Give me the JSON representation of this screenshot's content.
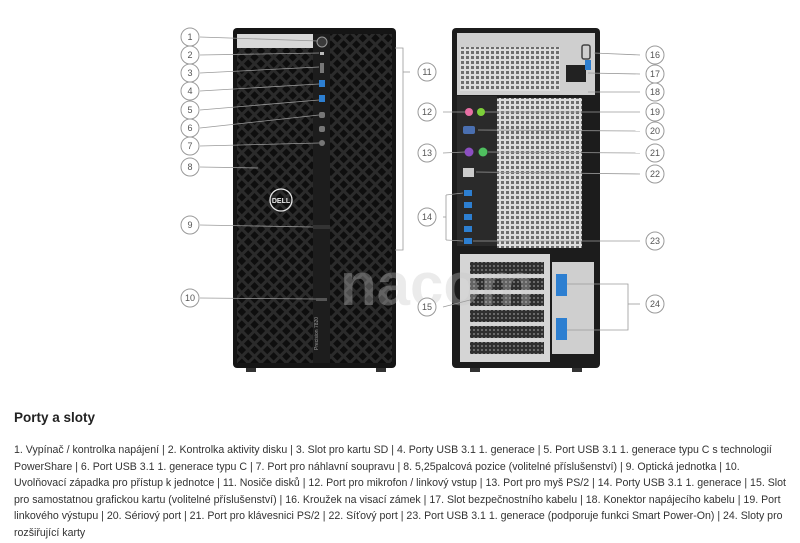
{
  "figure": {
    "front_callouts": [
      "1",
      "2",
      "3",
      "4",
      "5",
      "6",
      "7",
      "8",
      "9",
      "10"
    ],
    "rear_callouts": [
      "11",
      "12",
      "13",
      "14",
      "15",
      "16",
      "17",
      "18",
      "19",
      "20",
      "21",
      "22",
      "23",
      "24"
    ],
    "watermark": "nacom",
    "brand_logo": "DELL",
    "tower_label": "Precision 7820"
  },
  "section": {
    "title": "Porty a sloty",
    "legend": "1. Vypínač / kontrolka napájení | 2. Kontrolka aktivity disku | 3. Slot pro kartu SD | 4. Porty USB 3.1 1. generace | 5. Port USB 3.1 1. generace typu C s technologií PowerShare | 6. Port USB 3.1 1. generace typu C | 7. Port pro náhlavní soupravu | 8. 5,25palcová pozice (volitelné příslušenství) | 9. Optická jednotka | 10. Uvolňovací západka pro přístup k jednotce | 11. Nosiče disků | 12. Port pro mikrofon / linkový vstup | 13. Port pro myš PS/2 | 14. Porty USB 3.1 1. generace | 15. Slot pro samostatnou grafickou kartu (volitelné příslušenství) | 16. Kroužek na visací zámek | 17. Slot bezpečnostního kabelu | 18. Konektor napájecího kabelu | 19. Port linkového výstupu | 20. Sériový port | 21. Port pro klávesnici PS/2 | 22. Síťový port | 23. Port USB 3.1 1. generace (podporuje funkci Smart Power-On) | 24. Sloty pro rozšiřující karty"
  }
}
